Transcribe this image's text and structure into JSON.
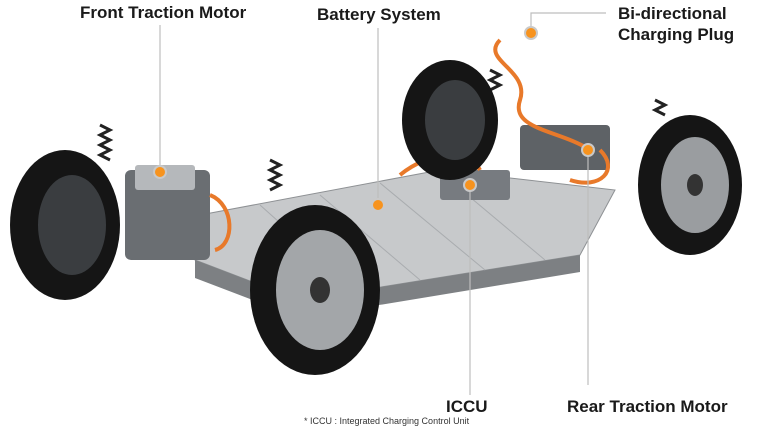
{
  "labels": {
    "front_motor": "Front Traction Motor",
    "battery": "Battery System",
    "plug_line1": "Bi-directional",
    "plug_line2": "Charging Plug",
    "iccu": "ICCU",
    "rear_motor": "Rear Traction Motor"
  },
  "footnote": "* ICCU : Integrated Charging Control Unit",
  "colors": {
    "marker": "#f7931e",
    "marker_ring": "#c9c9c9",
    "leader": "#bdbdbd",
    "cable": "#e8792a"
  }
}
